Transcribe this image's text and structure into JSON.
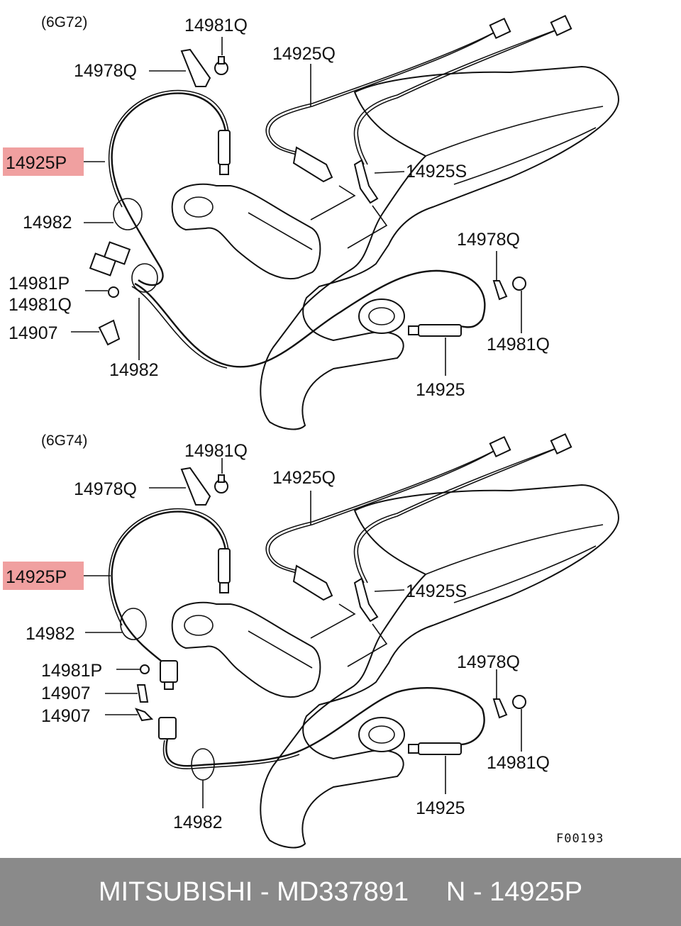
{
  "diagram": {
    "sections": [
      {
        "engine": "(6G72)",
        "labels": {
          "bracket_top": "14978Q",
          "bolt_top": "14981Q",
          "harness_top": "14925Q",
          "sensor_front": "14925P",
          "sensor_s": "14925S",
          "clamp_upper": "14982",
          "bolt_p": "14981P",
          "bolt_q_left": "14981Q",
          "bracket_left": "14907",
          "clamp_lower": "14982",
          "bracket_right": "14978Q",
          "bolt_right": "14981Q",
          "sensor_rear": "14925"
        }
      },
      {
        "engine": "(6G74)",
        "labels": {
          "bolt_top": "14981Q",
          "bracket_top": "14978Q",
          "harness_top": "14925Q",
          "sensor_front": "14925P",
          "sensor_s": "14925S",
          "clamp_upper": "14982",
          "bolt_p": "14981P",
          "bracket_left_a": "14907",
          "bracket_left_b": "14907",
          "bracket_right": "14978Q",
          "bolt_right": "14981Q",
          "sensor_rear": "14925",
          "clamp_lower": "14982"
        }
      }
    ],
    "figure_code": "F00193",
    "highlight_color": "#f0a0a0"
  },
  "footer": {
    "brand": "MITSUBISHI",
    "part_number": "MD337891",
    "ref": "N - 14925P",
    "background": "#8a8a8a"
  }
}
